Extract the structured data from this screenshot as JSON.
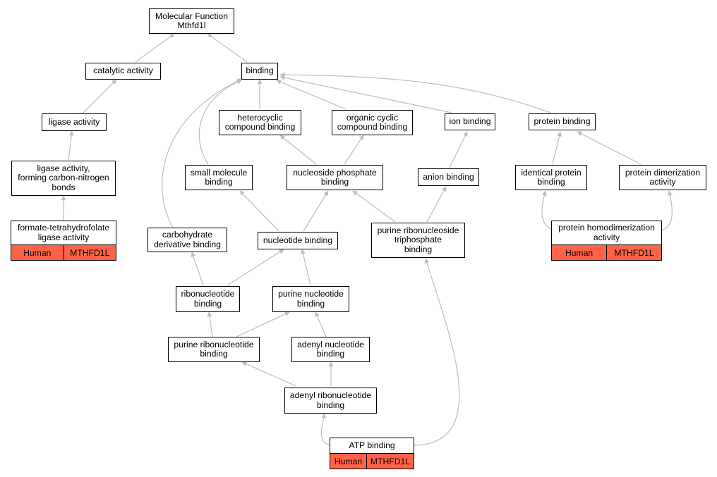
{
  "colors": {
    "edge": "#bebebe",
    "annotation_fill": "#ff6347",
    "border": "#000000"
  },
  "nodes": {
    "molecular_function": "Molecular Function\nMthfd1l",
    "catalytic_activity": "catalytic activity",
    "binding": "binding",
    "ligase_activity": "ligase activity",
    "ligase_cn": "ligase activity,\nforming carbon-nitrogen\nbonds",
    "formate_thf_ligase": "formate-tetrahydrofolate\nligase activity",
    "heterocyclic": "heterocyclic\ncompound binding",
    "organic_cyclic": "organic cyclic\ncompound binding",
    "ion_binding": "ion binding",
    "protein_binding": "protein binding",
    "small_molecule": "small molecule\nbinding",
    "nucleoside_phosphate": "nucleoside phosphate\nbinding",
    "anion_binding": "anion binding",
    "identical_protein": "identical protein\nbinding",
    "protein_dimerization": "protein dimerization\nactivity",
    "carbohydrate_derivative": "carbohydrate\nderivative binding",
    "nucleotide_binding": "nucleotide binding",
    "purine_ribonucleoside_tp": "purine ribonucleoside\ntriphosphate\nbinding",
    "protein_homodimerization": "protein homodimerization\nactivity",
    "ribonucleotide": "ribonucleotide\nbinding",
    "purine_nucleotide": "purine nucleotide\nbinding",
    "purine_ribonucleotide": "purine ribonucleotide\nbinding",
    "adenyl_nucleotide": "adenyl nucleotide\nbinding",
    "adenyl_ribonucleotide": "adenyl ribonucleotide\nbinding",
    "atp_binding": "ATP binding"
  },
  "annotations": {
    "formate_thf_ligase": {
      "species": "Human",
      "gene": "MTHFD1L"
    },
    "protein_homodimerization": {
      "species": "Human",
      "gene": "MTHFD1L"
    },
    "atp_binding": {
      "species": "Human",
      "gene": "MTHFD1L"
    }
  }
}
